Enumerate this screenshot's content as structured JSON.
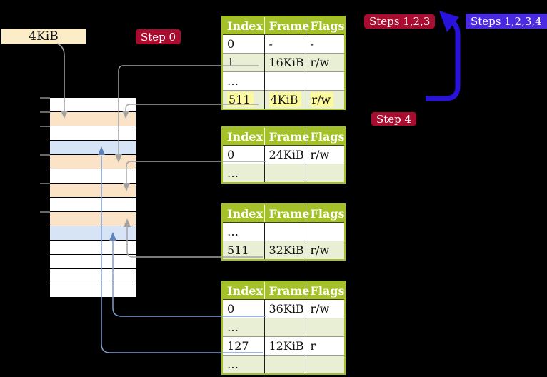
{
  "labels": {
    "frame_size": "4KiB",
    "step0": "Step 0",
    "steps123": "Steps 1,2,3",
    "steps1234": "Steps 1,2,3,4",
    "step4": "Step 4"
  },
  "colors": {
    "background": "#000000",
    "size_label_bg": "#fcedc9",
    "step_label_bg": "#a80c2e",
    "steps1234_label_bg": "#4b2ae1",
    "big_arrow": "#2a12dd",
    "table_header_bg": "#a4c12a",
    "table_row_shade": "#e9efd5",
    "highlight": "#fcf99e",
    "memory_page_table_row": "#fbe3c8",
    "memory_mapped_row": "#d6e4f5",
    "gray_connector": "#a3a3a3",
    "blue_connector": "#7e9ecf"
  },
  "tables": [
    {
      "headers": [
        "Index",
        "Frame",
        "Flags"
      ],
      "rows": [
        {
          "cells": [
            "0",
            "-",
            "-"
          ],
          "shade": false,
          "highlight": false
        },
        {
          "cells": [
            "1",
            "16KiB",
            "r/w"
          ],
          "shade": true,
          "highlight": false
        },
        {
          "cells": [
            "…",
            "",
            ""
          ],
          "shade": false,
          "highlight": false
        },
        {
          "cells": [
            "511",
            "4KiB",
            "r/w"
          ],
          "shade": true,
          "highlight": true
        }
      ]
    },
    {
      "headers": [
        "Index",
        "Frame",
        "Flags"
      ],
      "rows": [
        {
          "cells": [
            "0",
            "24KiB",
            "r/w"
          ],
          "shade": false,
          "highlight": false
        },
        {
          "cells": [
            "…",
            "",
            ""
          ],
          "shade": true,
          "highlight": false
        }
      ]
    },
    {
      "headers": [
        "Index",
        "Frame",
        "Flags"
      ],
      "rows": [
        {
          "cells": [
            "…",
            "",
            ""
          ],
          "shade": false,
          "highlight": false
        },
        {
          "cells": [
            "511",
            "32KiB",
            "r/w"
          ],
          "shade": true,
          "highlight": false
        }
      ]
    },
    {
      "headers": [
        "Index",
        "Frame",
        "Flags"
      ],
      "rows": [
        {
          "cells": [
            "0",
            "36KiB",
            "r/w"
          ],
          "shade": false,
          "highlight": false
        },
        {
          "cells": [
            "…",
            "",
            ""
          ],
          "shade": true,
          "highlight": false
        },
        {
          "cells": [
            "127",
            "12KiB",
            "r"
          ],
          "shade": false,
          "highlight": false
        },
        {
          "cells": [
            "…",
            "",
            ""
          ],
          "shade": true,
          "highlight": false
        }
      ]
    }
  ],
  "memory_strip": {
    "row_fills": [
      "white",
      "peach",
      "white",
      "blue",
      "peach",
      "white",
      "peach",
      "white",
      "peach",
      "blue",
      "white",
      "white",
      "white",
      "white"
    ],
    "tick_offsets": [
      0,
      20,
      40,
      80,
      120,
      160
    ]
  }
}
